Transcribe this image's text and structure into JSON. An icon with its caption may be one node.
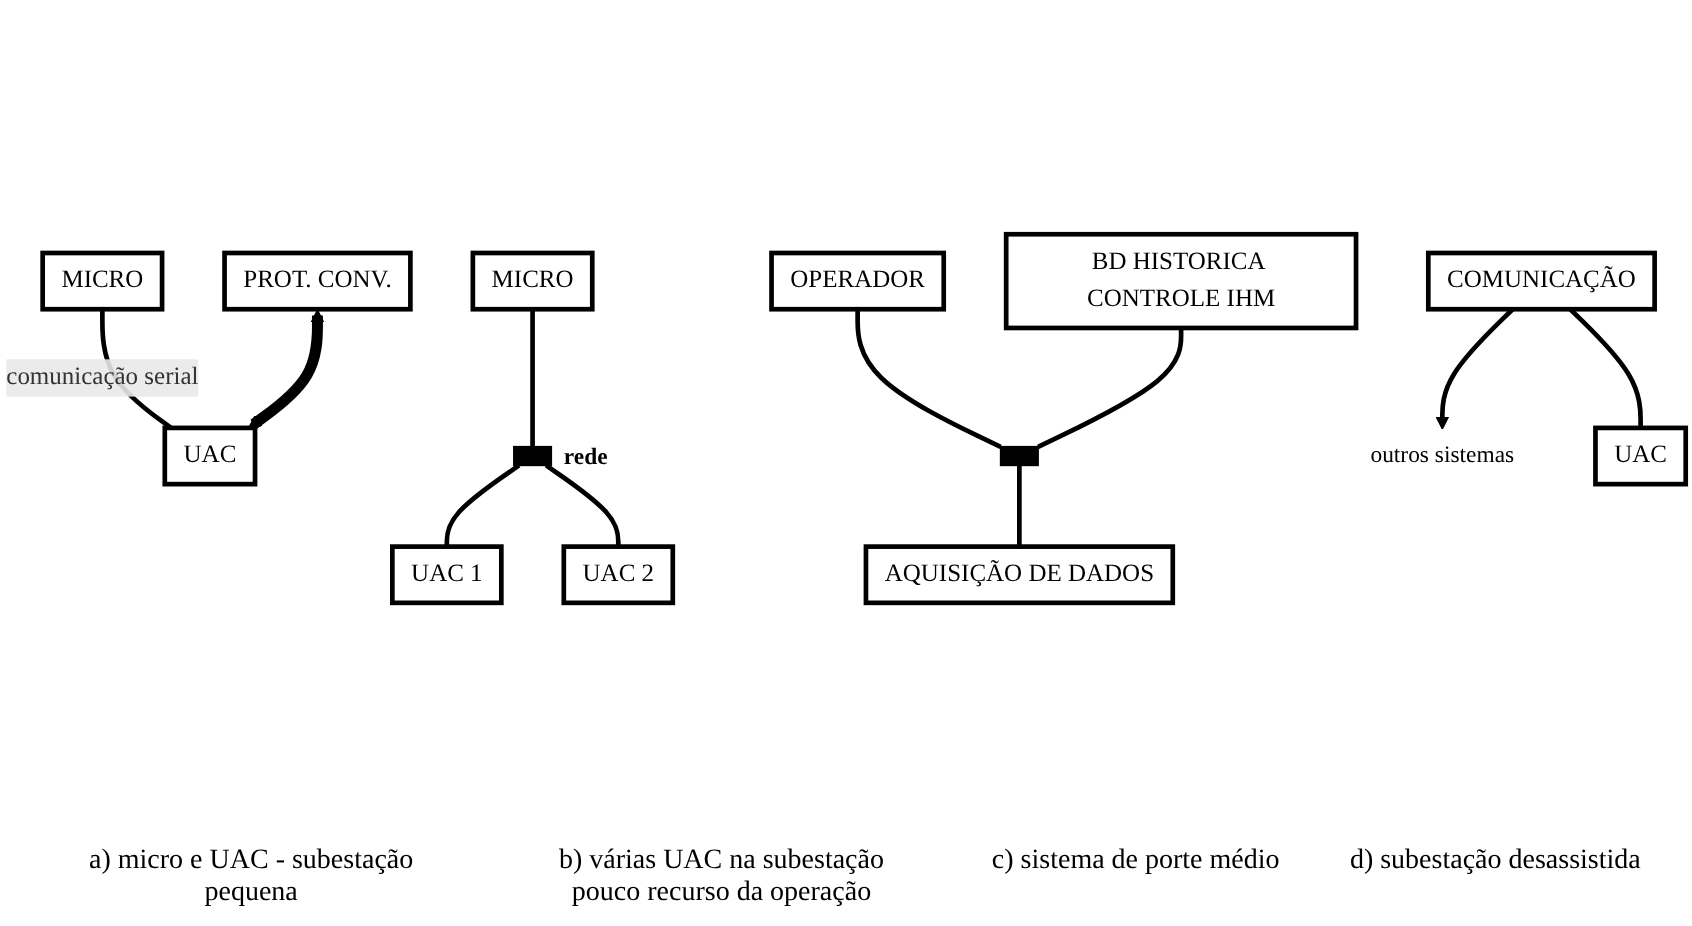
{
  "diagram": {
    "nodes": [
      {
        "text": [
          "MICRO"
        ]
      },
      {
        "text": [
          "PROT. CONV."
        ]
      },
      {
        "text": [
          "UAC"
        ]
      },
      {
        "text": [
          "MICRO"
        ]
      },
      {
        "text": [],
        "shape": "bar",
        "beside": [
          "rede"
        ]
      },
      {
        "text": [
          "UAC 1"
        ]
      },
      {
        "text": [
          "UAC 2"
        ]
      },
      {
        "text": [
          "OPERADOR"
        ]
      },
      {
        "text": [
          "BD HISTORICA CONTROLE IHM"
        ]
      },
      {
        "text": [],
        "shape": "bar"
      },
      {
        "text": [
          "AQUISIÇÃO DE DADOS"
        ]
      },
      {
        "text": [
          "outros sistemas"
        ]
      },
      {
        "text": [
          "COMUNICAÇÃO"
        ]
      },
      {
        "text": [
          "UAC"
        ]
      }
    ],
    "edges": [
      {
        "from": 0,
        "to": 2,
        "arrow": "none",
        "label": "comunicação serial"
      },
      {
        "from": 1,
        "to": 2,
        "arrow": "both",
        "style": "thick"
      },
      {
        "from": 3,
        "to": 4,
        "arrow": "none"
      },
      {
        "from": 4,
        "to": 5,
        "arrow": "none"
      },
      {
        "from": 4,
        "to": 6,
        "arrow": "none"
      },
      {
        "from": 7,
        "to": 9,
        "arrow": "none"
      },
      {
        "from": 8,
        "to": 9,
        "arrow": "none"
      },
      {
        "from": 9,
        "to": 10,
        "arrow": "none"
      },
      {
        "from": 12,
        "to": 11,
        "arrow": "to"
      },
      {
        "from": 12,
        "to": 13,
        "arrow": "none"
      }
    ],
    "labels": [
      "a) micro e UAC - subestação pequena",
      "b) várias UAC na subestação pouco recurso da operação",
      "c) sistema de porte médio",
      "d) subestação desassistida"
    ]
  }
}
